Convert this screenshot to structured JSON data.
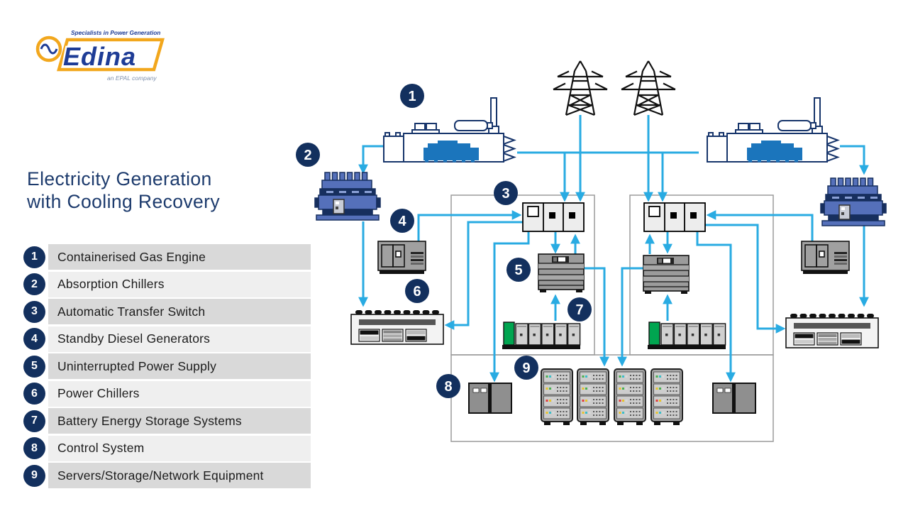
{
  "logo": {
    "tagline": "Specialists in Power Generation",
    "brand": "Edina",
    "subtitle": "an EPAL company"
  },
  "title": {
    "line1": "Electricity Generation",
    "line2": "with Cooling Recovery"
  },
  "legend": {
    "items": [
      {
        "number": "1",
        "label": "Containerised Gas Engine"
      },
      {
        "number": "2",
        "label": "Absorption Chillers"
      },
      {
        "number": "3",
        "label": "Automatic Transfer Switch"
      },
      {
        "number": "4",
        "label": "Standby Diesel Generators"
      },
      {
        "number": "5",
        "label": "Uninterrupted Power Supply"
      },
      {
        "number": "6",
        "label": "Power Chillers"
      },
      {
        "number": "7",
        "label": "Battery Energy Storage Systems"
      },
      {
        "number": "8",
        "label": "Control System"
      },
      {
        "number": "9",
        "label": "Servers/Storage/Network Equipment"
      }
    ]
  },
  "diagram": {
    "badges": [
      "1",
      "2",
      "3",
      "4",
      "5",
      "6",
      "7",
      "8",
      "9"
    ]
  },
  "colors": {
    "navy": "#13305e",
    "title_navy": "#1d3b6d",
    "arrow_cyan": "#29abe2",
    "engine_blue": "#1b75bc",
    "chiller_blue": "#5570ba",
    "battery_green": "#00a550",
    "brand_yellow": "#f2a71d",
    "legend_row_dark": "#d9d9d9",
    "legend_row_light": "#efefef"
  }
}
